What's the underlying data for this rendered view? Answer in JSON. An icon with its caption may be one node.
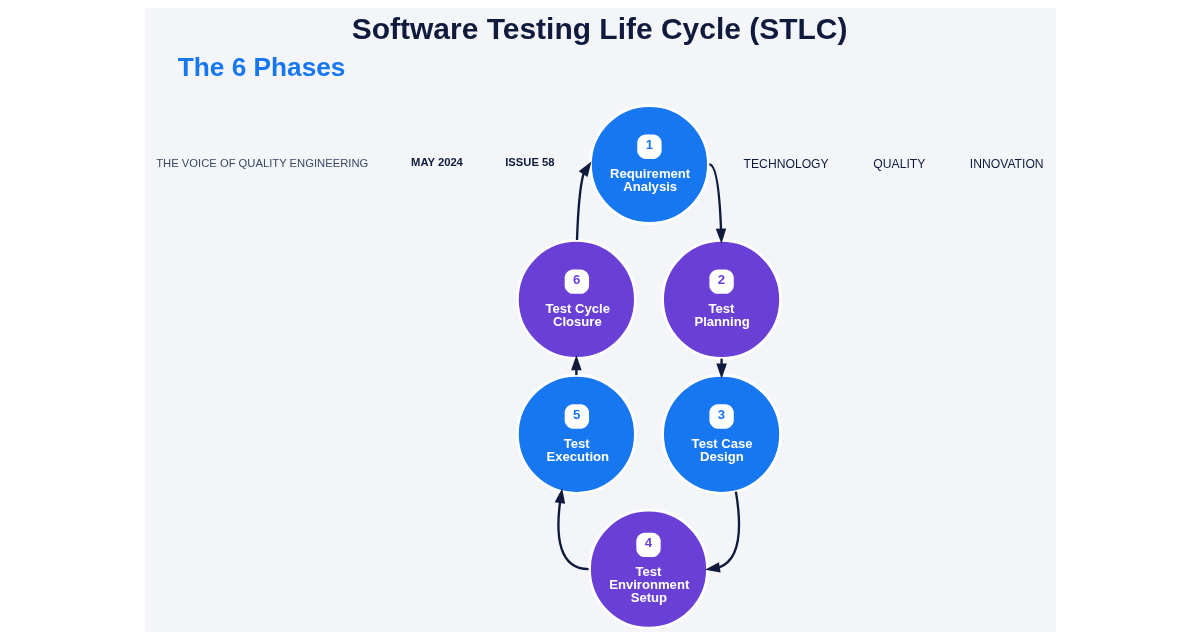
{
  "diagram": {
    "title": "Software Testing Life Cycle (STLC)",
    "nodes": [
      {
        "text": [
          "1",
          "Requirement Analysis"
        ]
      },
      {
        "text": [
          "2",
          "Test Planning"
        ]
      },
      {
        "text": [
          "3",
          "Test Case Design"
        ]
      },
      {
        "text": [
          "4",
          "Test Environment Setup"
        ]
      },
      {
        "text": [
          "5",
          "Test Execution"
        ]
      },
      {
        "text": [
          "6",
          "Test Cycle Closure"
        ]
      }
    ],
    "edges": [
      {
        "from": 0,
        "to": 1,
        "arrow": "to"
      },
      {
        "from": 1,
        "to": 2,
        "arrow": "to"
      },
      {
        "from": 2,
        "to": 3,
        "arrow": "to"
      },
      {
        "from": 3,
        "to": 4,
        "arrow": "to"
      },
      {
        "from": 4,
        "to": 5,
        "arrow": "to"
      },
      {
        "from": 5,
        "to": 0,
        "arrow": "to"
      }
    ],
    "labels": [
      "THE VOICE OF QUALITY ENGINEERING",
      "MAY 2024",
      "ISSUE 58",
      "TECHNOLOGY",
      "QUALITY",
      "INNOVATION",
      "The 6 Phases"
    ]
  }
}
